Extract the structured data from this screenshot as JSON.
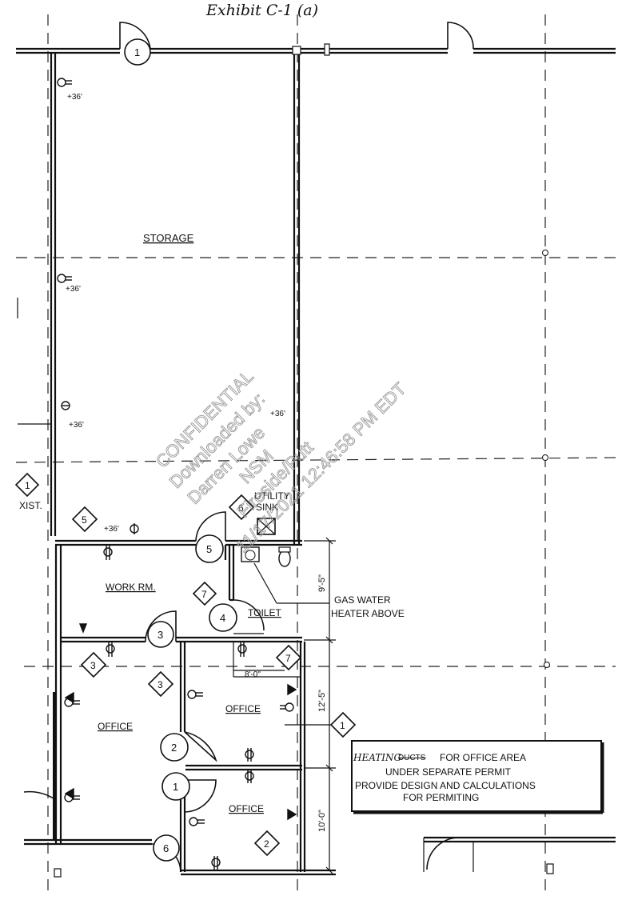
{
  "title": "Exhibit C-1 (a)",
  "rooms": {
    "storage": "STORAGE",
    "work_room": "WORK RM.",
    "office_west": "OFFICE",
    "office_center": "OFFICE",
    "office_south": "OFFICE",
    "toilet": "TOILET",
    "utility_sink_line1": "UTILITY",
    "utility_sink_line2": "SINK"
  },
  "notes": {
    "xist": "XIST.",
    "gas_water_heater_line1": "GAS WATER",
    "gas_water_heater_line2": "HEATER ABOVE",
    "heating_line1_italic": "HEATING",
    "heating_line1_struck": "DUCTS",
    "heating_line1_rest": "FOR OFFICE AREA",
    "heating_line2": "UNDER SEPARATE PERMIT",
    "heating_line3": "PROVIDE DESIGN AND CALCULATIONS",
    "heating_line4": "FOR PERMITING"
  },
  "dimensions": {
    "d1": "9'-5\"",
    "d2": "12'-5\"",
    "d3": "10'-0\"",
    "d4": "8'-0\""
  },
  "outlet_heights": {
    "h1": "+36'",
    "h2": "+36'",
    "h3": "+36'",
    "h4": "+36'",
    "h5": "+36'"
  },
  "door_tags": {
    "top": "1",
    "utility": "5",
    "work_rm": "3",
    "toilet": "4",
    "office_center": "2",
    "office_south": "1",
    "south_exit": "6"
  },
  "keynote_tags": {
    "xist": "1",
    "work_rm": "5",
    "utility": "6",
    "toilet": "7",
    "office_west": "3",
    "office_center": "3",
    "dim": "7",
    "east": "1",
    "south": "2"
  },
  "watermark": {
    "line1": "CONFIDENTIAL",
    "line2": "Downloaded by:",
    "line3": "Darren Lowe",
    "line4": "NSM",
    "line5": "Fireside/Putt",
    "line6": "11/17/2021 12:46:58 PM EDT"
  }
}
